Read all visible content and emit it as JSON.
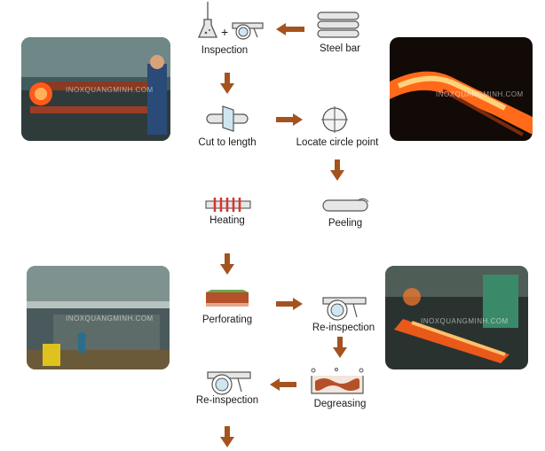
{
  "colors": {
    "arrow": "#a4531f",
    "icon_stroke": "#555555",
    "icon_fill": "#e6e6e6",
    "heat": "#d9342b",
    "pipe_orange": "#b4502a"
  },
  "steps": {
    "steel_bar": "Steel bar",
    "inspection": "Inspection",
    "inspection_plus": "+",
    "cut_to_length": "Cut to length",
    "locate_circle_point": "Locate circle point",
    "heating": "Heating",
    "peeling": "Peeling",
    "perforating": "Perforating",
    "re_inspection_1": "Re-inspection",
    "degreasing": "Degreasing",
    "re_inspection_2": "Re-inspection"
  },
  "photos": {
    "watermark": "INOXQUANGMINH.COM"
  },
  "icons": {
    "steel_bar": "steel-bar-stack-icon",
    "flask": "flask-icon",
    "gauge": "inspection-gauge-icon",
    "cut": "cut-pipe-icon",
    "locate": "crosshair-circle-icon",
    "heating": "heating-coil-icon",
    "peeling": "peeling-pipe-icon",
    "perforating": "perforating-billet-icon",
    "degreasing": "degreasing-bath-icon"
  }
}
